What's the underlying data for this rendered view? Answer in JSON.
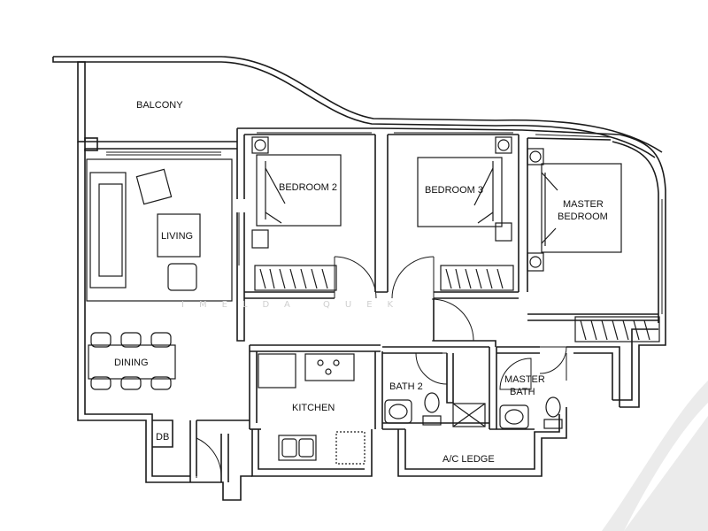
{
  "labels": {
    "balcony": "BALCONY",
    "bedroom2": "BEDROOM 2",
    "bedroom3": "BEDROOM 3",
    "master_bedroom_line1": "MASTER",
    "master_bedroom_line2": "BEDROOM",
    "living": "LIVING",
    "dining": "DINING",
    "kitchen": "KITCHEN",
    "bath2": "BATH 2",
    "master_bath_line1": "MASTER",
    "master_bath_line2": "BATH",
    "db": "DB",
    "ac_ledge": "A/C LEDGE"
  },
  "watermark": "IMELDA QUEK",
  "colors": {
    "line": "#1a1a1a",
    "logo_grey": "#e9e9e9",
    "background": "#ffffff"
  }
}
